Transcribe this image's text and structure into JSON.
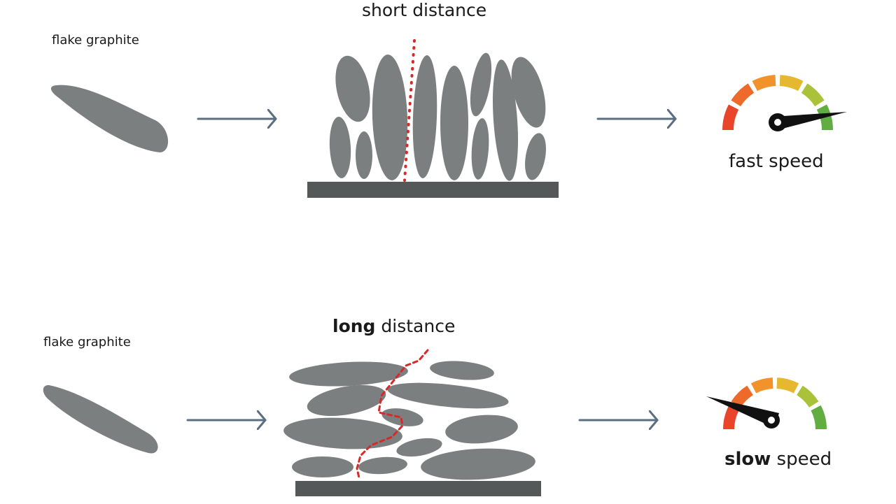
{
  "rows": [
    {
      "flake_label": "flake graphite",
      "distance_label": "short distance",
      "speed_label": "fast speed",
      "speed_level": "fast"
    },
    {
      "flake_label": "flake graphite",
      "distance_label_bold": "long",
      "distance_label_rest": " distance",
      "speed_label_bold": "slow",
      "speed_label_rest": " speed",
      "speed_level": "slow"
    }
  ],
  "colors": {
    "flake": "#7b7f7f",
    "substrate": "#555858",
    "arrow": "#5c6f82",
    "path": "#d42a2a",
    "needle": "#111111",
    "gauge_segments": [
      "#e8452a",
      "#ee6a2a",
      "#f1922b",
      "#e6b830",
      "#a9c23a",
      "#62ad42"
    ]
  }
}
